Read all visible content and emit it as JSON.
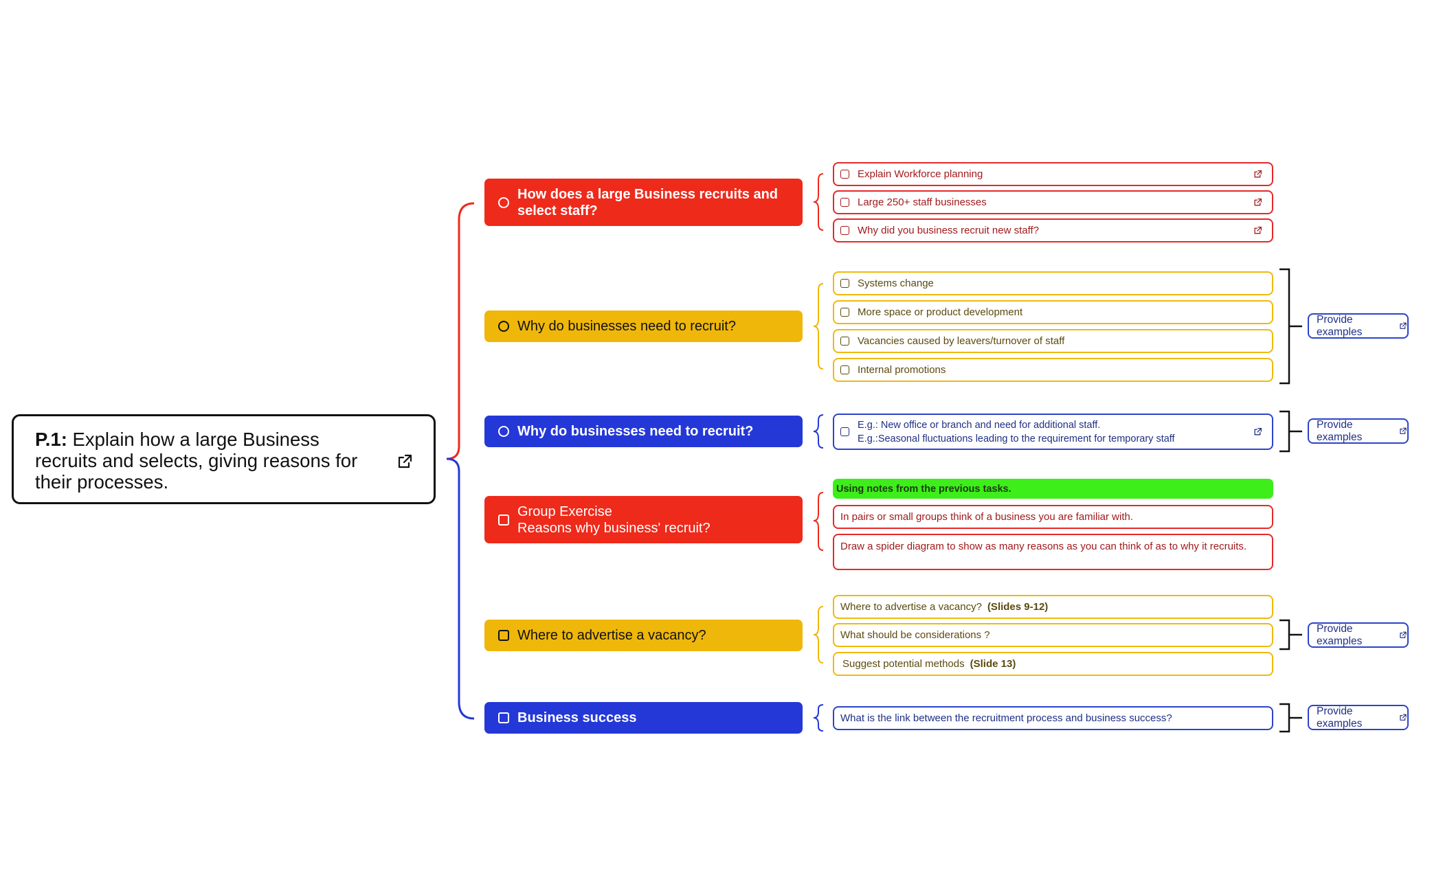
{
  "colors": {
    "red": "#ee2a1b",
    "yellow": "#efb70a",
    "blue": "#2438d8",
    "green": "#3dee1a",
    "black": "#111111"
  },
  "root": {
    "prefix": "P.1:",
    "text": "Explain how a large Business recruits and selects, giving reasons for their processes.",
    "icon": "external-link-icon"
  },
  "branches": [
    {
      "label": "How does a large Business recruits and\nselect staff?",
      "marker": "circle"
    },
    {
      "label": "Why do businesses need to recruit?",
      "marker": "circle"
    },
    {
      "label": "Why do businesses need to recruit?",
      "marker": "circle"
    },
    {
      "label": "Group Exercise\nReasons why business' recruit?",
      "marker": "square"
    },
    {
      "label": "Where to advertise a vacancy?",
      "marker": "square"
    },
    {
      "label": "Business success",
      "marker": "square"
    }
  ],
  "subs": {
    "b1": [
      "Explain Workforce planning",
      "Large 250+ staff businesses",
      "Why did you business recruit new staff?"
    ],
    "b2": [
      "Systems change",
      "More space or product development",
      "Vacancies caused by leavers/turnover of staff",
      "Internal promotions"
    ],
    "b3": [
      "E.g.: New office or branch and need for additional staff.\nE.g.:Seasonal fluctuations leading to the requirement for temporary staff"
    ],
    "b4": {
      "heading": "Using notes from the previous tasks.",
      "items": [
        "In pairs or small groups think of a business you are familiar with.",
        "Draw a spider diagram to show as many reasons as you can think of as to why it recruits."
      ]
    },
    "b5": [
      {
        "text": "Where to advertise a vacancy?",
        "bold": "(Slides 9-12)"
      },
      {
        "text": "What should be considerations ?",
        "bold": ""
      },
      {
        "text": "Suggest potential methods",
        "bold": "(Slide 13)"
      }
    ],
    "b6": [
      "What is the link between the recruitment process and business success?"
    ]
  },
  "examples": {
    "label": "Provide examples",
    "icon": "external-link-icon"
  }
}
